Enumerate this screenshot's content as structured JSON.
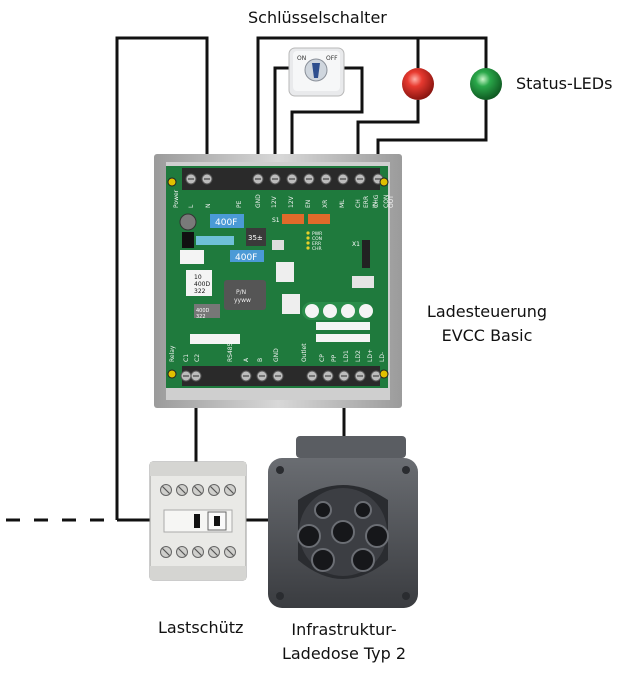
{
  "labels": {
    "key_switch": "Schlüsselschalter",
    "status_leds": "Status-LEDs",
    "controller_line1": "Ladesteuerung",
    "controller_line2": "EVCC Basic",
    "contactor": "Lastschütz",
    "socket_line1": "Infrastruktur-",
    "socket_line2": "Ladedose Typ 2"
  },
  "key_switch_face": {
    "on": "ON",
    "off": "OFF"
  },
  "board": {
    "top_terminals": [
      "Power",
      "L",
      "N",
      "PE",
      "GND",
      "12V",
      "12V",
      "EN",
      "XR",
      "ML",
      "CH",
      "IN",
      "OUT",
      "ERR",
      "CHG",
      "CON"
    ],
    "bottom_terminals": [
      "Relay",
      "C1",
      "C2",
      "RS485",
      "A",
      "B",
      "GND",
      "Outlet",
      "CP",
      "PP",
      "LD1",
      "LD2",
      "LD+",
      "LD-"
    ],
    "components": [
      "400F",
      "35±",
      "400F",
      "10",
      "400D",
      "322",
      "P/N",
      "yyww",
      "400D",
      "322",
      "S1",
      "X1",
      "PWR",
      "CON",
      "ERR",
      "CHR"
    ]
  },
  "colors": {
    "board_green": "#1f7a3d",
    "board_dark": "#16592c",
    "led_red": "#e23030",
    "led_green": "#23a64a",
    "socket_grey": "#4a4d52",
    "contactor_body": "#e9e9e6",
    "wire": "#111111"
  }
}
